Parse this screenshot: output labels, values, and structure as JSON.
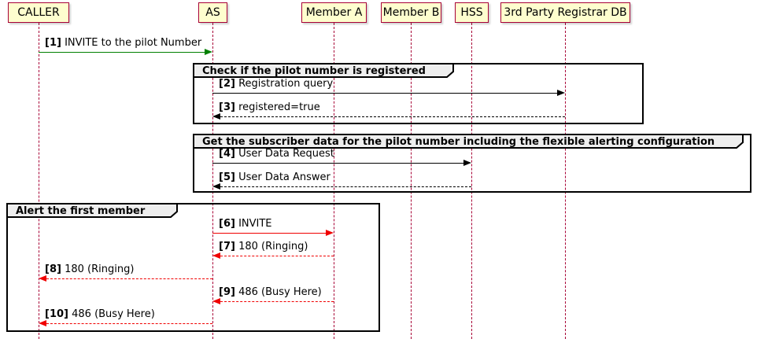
{
  "diagram": {
    "type": "sequence",
    "participants": [
      {
        "label": "CALLER"
      },
      {
        "label": "AS"
      },
      {
        "label": "Member A"
      },
      {
        "label": "Member B"
      },
      {
        "label": "HSS"
      },
      {
        "label": "3rd Party Registrar DB"
      }
    ],
    "frames": [
      {
        "title": "Check if the pilot number is registered"
      },
      {
        "title": "Get the subscriber data for the pilot number including the flexible alerting configuration"
      },
      {
        "title": "Alert the first member"
      }
    ],
    "messages": [
      {
        "seq": "[1]",
        "text": "INVITE to the pilot Number",
        "from": "CALLER",
        "to": "AS",
        "line": "solid",
        "color": "#008000"
      },
      {
        "seq": "[2]",
        "text": "Registration query",
        "from": "AS",
        "to": "3rd Party Registrar DB",
        "line": "solid",
        "color": "#000000"
      },
      {
        "seq": "[3]",
        "text": "registered=true",
        "from": "3rd Party Registrar DB",
        "to": "AS",
        "line": "dashed",
        "color": "#000000"
      },
      {
        "seq": "[4]",
        "text": "User Data Request",
        "from": "AS",
        "to": "HSS",
        "line": "solid",
        "color": "#000000"
      },
      {
        "seq": "[5]",
        "text": "User Data Answer",
        "from": "HSS",
        "to": "AS",
        "line": "dashed",
        "color": "#000000"
      },
      {
        "seq": "[6]",
        "text": "INVITE",
        "from": "AS",
        "to": "Member A",
        "line": "solid",
        "color": "#F00000"
      },
      {
        "seq": "[7]",
        "text": "180 (Ringing)",
        "from": "Member A",
        "to": "AS",
        "line": "dashed",
        "color": "#F00000"
      },
      {
        "seq": "[8]",
        "text": "180 (Ringing)",
        "from": "AS",
        "to": "CALLER",
        "line": "dashed",
        "color": "#F00000"
      },
      {
        "seq": "[9]",
        "text": "486 (Busy Here)",
        "from": "Member A",
        "to": "AS",
        "line": "dashed",
        "color": "#F00000"
      },
      {
        "seq": "[10]",
        "text": "486 (Busy Here)",
        "from": "AS",
        "to": "CALLER",
        "line": "dashed",
        "color": "#F00000"
      }
    ],
    "colors": {
      "participant_bg": "#FEFECE",
      "participant_border": "#A80036",
      "lifeline": "#A80036",
      "frame_border": "#000000",
      "frame_tab_bg": "#EEEEEE",
      "arrow_green": "#008000",
      "arrow_red": "#F00000",
      "arrow_black": "#000000"
    }
  }
}
